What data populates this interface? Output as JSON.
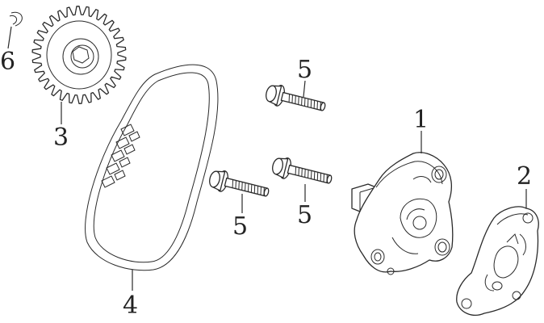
{
  "callouts": {
    "oil_pump": "1",
    "pump_cover": "2",
    "sprocket": "3",
    "chain": "4",
    "bolt_top": "5",
    "bolt_left": "5",
    "bolt_mid": "5",
    "circlip": "6"
  },
  "colors": {
    "line": "#2a2a2a",
    "background": "#ffffff"
  }
}
